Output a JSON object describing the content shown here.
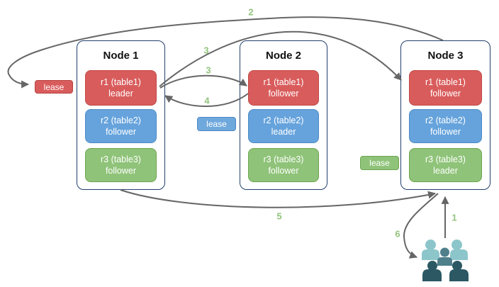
{
  "nodes": [
    {
      "title": "Node 1",
      "replicas": [
        {
          "name": "r1 (table1)",
          "role": "leader",
          "color": "red"
        },
        {
          "name": "r2 (table2)",
          "role": "follower",
          "color": "blue"
        },
        {
          "name": "r3 (table3)",
          "role": "follower",
          "color": "green"
        }
      ]
    },
    {
      "title": "Node 2",
      "replicas": [
        {
          "name": "r1 (table1)",
          "role": "follower",
          "color": "red"
        },
        {
          "name": "r2 (table2)",
          "role": "leader",
          "color": "blue"
        },
        {
          "name": "r3 (table3)",
          "role": "follower",
          "color": "green"
        }
      ]
    },
    {
      "title": "Node 3",
      "replicas": [
        {
          "name": "r1 (table1)",
          "role": "follower",
          "color": "red"
        },
        {
          "name": "r2 (table2)",
          "role": "follower",
          "color": "blue"
        },
        {
          "name": "r3 (table3)",
          "role": "leader",
          "color": "green"
        }
      ]
    }
  ],
  "leases": [
    {
      "label": "lease",
      "color": "red"
    },
    {
      "label": "lease",
      "color": "blue"
    },
    {
      "label": "lease",
      "color": "green"
    }
  ],
  "steps": {
    "s1": "1",
    "s2": "2",
    "s3a": "3",
    "s3b": "3",
    "s4": "4",
    "s5": "5",
    "s6": "6"
  },
  "icons": {
    "users": "users-group-icon"
  },
  "colors": {
    "replica_red": "#d95c5c",
    "replica_red_border": "#c04a47",
    "replica_blue": "#66a3dc",
    "replica_blue_border": "#4d8ac5",
    "replica_green": "#8fc379",
    "replica_green_border": "#6da550",
    "node_border": "#22406b",
    "node_title": "#111111",
    "arrow": "#666666",
    "step_label": "#93c47d",
    "icon_teal_light": "#8cc6cb",
    "icon_teal_medium": "#4f7f8b",
    "icon_teal_dark": "#2b5863"
  }
}
